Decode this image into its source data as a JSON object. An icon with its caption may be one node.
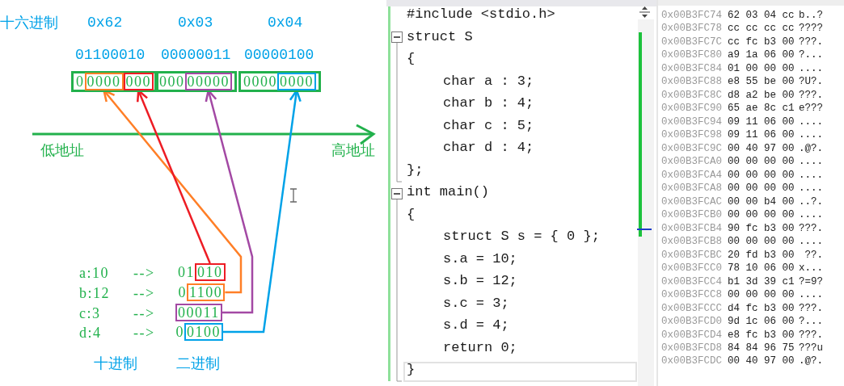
{
  "diagram": {
    "nodes": [
      {
        "text": [
          "0"
        ]
      },
      {
        "text": [
          "0000"
        ],
        "in": 0
      },
      {
        "text": [
          "000"
        ],
        "in": 0
      },
      {
        "text": [
          "000"
        ]
      },
      {
        "text": [
          "00000"
        ],
        "in": 3
      },
      {
        "text": [
          "0000"
        ]
      },
      {
        "text": [
          "0000"
        ],
        "in": 5
      },
      {
        "text": [
          "010"
        ]
      },
      {
        "text": [
          "1100"
        ]
      },
      {
        "text": [
          "00011"
        ]
      },
      {
        "text": [
          "0100"
        ]
      }
    ],
    "edges": [
      {
        "from": 8,
        "to": 1,
        "arrow": "to",
        "color": "#ff7f27"
      },
      {
        "from": 7,
        "to": 2,
        "arrow": "to",
        "color": "#ed1c24"
      },
      {
        "from": 9,
        "to": 4,
        "arrow": "to",
        "color": "#a349a4"
      },
      {
        "from": 10,
        "to": 6,
        "arrow": "to",
        "color": "#00a2e8"
      }
    ],
    "labels": [
      "十六进制",
      "0x62",
      "0x03",
      "0x04",
      "01100010",
      "00000011",
      "00000100",
      "低地址",
      "高地址",
      "a:10",
      "-->",
      "01",
      "b:12",
      "-->",
      "0",
      "c:3",
      "-->",
      "d:4",
      "-->",
      "0",
      "十进制",
      "二进制",
      "#include <stdio.h>",
      "struct S",
      "{",
      "char a : 3;",
      "char b : 4;",
      "char c : 5;",
      "char d : 4;",
      "};",
      "int main()",
      "{",
      "struct S s = { 0 };",
      "s.a = 10;",
      "s.b = 12;",
      "s.c = 3;",
      "s.d = 4;",
      "return 0;",
      "}",
      "0x00B3FC74",
      "62 03 04 cc",
      "b..?",
      "0x00B3FC78",
      "cc cc cc cc",
      "????",
      "0x00B3FC7C",
      "cc fc b3 00",
      "???.",
      "0x00B3FC80",
      "a9 1a 06 00",
      "?...",
      "0x00B3FC84",
      "01 00 00 00",
      "....",
      "0x00B3FC88",
      "e8 55 be 00",
      "?U?.",
      "0x00B3FC8C",
      "d8 a2 be 00",
      "???.",
      "0x00B3FC90",
      "65 ae 8c c1",
      "e???",
      "0x00B3FC94",
      "09 11 06 00",
      "....",
      "0x00B3FC98",
      "09 11 06 00",
      "....",
      "0x00B3FC9C",
      "00 40 97 00",
      ".@?.",
      "0x00B3FCA0",
      "00 00 00 00",
      "....",
      "0x00B3FCA4",
      "00 00 00 00",
      "....",
      "0x00B3FCA8",
      "00 00 00 00",
      "....",
      "0x00B3FCAC",
      "00 00 b4 00",
      "..?.",
      "0x00B3FCB0",
      "00 00 00 00",
      "....",
      "0x00B3FCB4",
      "90 fc b3 00",
      "???.",
      "0x00B3FCB8",
      "00 00 00 00",
      "....",
      "0x00B3FCBC",
      "20 fd b3 00",
      " ??.",
      "0x00B3FCC0",
      "78 10 06 00",
      "x...",
      "0x00B3FCC4",
      "b1 3d 39 c1",
      "?=9?",
      "0x00B3FCC8",
      "00 00 00 00",
      "....",
      "0x00B3FCCC",
      "d4 fc b3 00",
      "???.",
      "0x00B3FCD0",
      "9d 1c 06 00",
      "?...",
      "0x00B3FCD4",
      "e8 fc b3 00",
      "???.",
      "0x00B3FCD8",
      "84 84 96 75",
      "???u",
      "0x00B3FCDC",
      "00 40 97 00",
      ".@?."
    ]
  }
}
